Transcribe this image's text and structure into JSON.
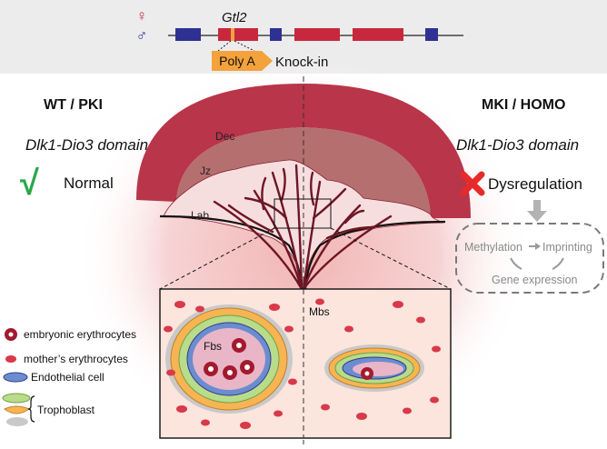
{
  "gene_panel": {
    "female_symbol": "♀",
    "male_symbol": "♂",
    "gene_name": "Gtl2",
    "polya_label": "Poly A",
    "knockin_label": "Knock-in"
  },
  "left_panel": {
    "title": "WT / PKI",
    "domain": "Dlk1-Dio3 domain",
    "check_symbol": "√",
    "status": "Normal"
  },
  "right_panel": {
    "title": "MKI / HOMO",
    "domain": "Dlk1-Dio3 domain",
    "status": "Dysregulation",
    "methylation": "Methylation",
    "imprinting": "Imprinting",
    "gene_expression": "Gene expression"
  },
  "placenta_labels": {
    "dec": "Dec",
    "jz": "Jz",
    "lab": "Lab",
    "fbs": "Fbs",
    "mbs": "Mbs"
  },
  "legend": {
    "embryonic": "embryonic erythrocytes",
    "maternal": "mother’s erythrocytes",
    "endothelial": "Endothelial cell",
    "trophoblast": "Trophoblast"
  },
  "colors": {
    "exon_red": "#c8283e",
    "exon_blue": "#2e3192",
    "polya_orange": "#f4a23c",
    "decidua": "#b8354a",
    "check_green": "#2aa84a",
    "cross_red": "#e62a2a",
    "gray_box": "#ededed"
  }
}
